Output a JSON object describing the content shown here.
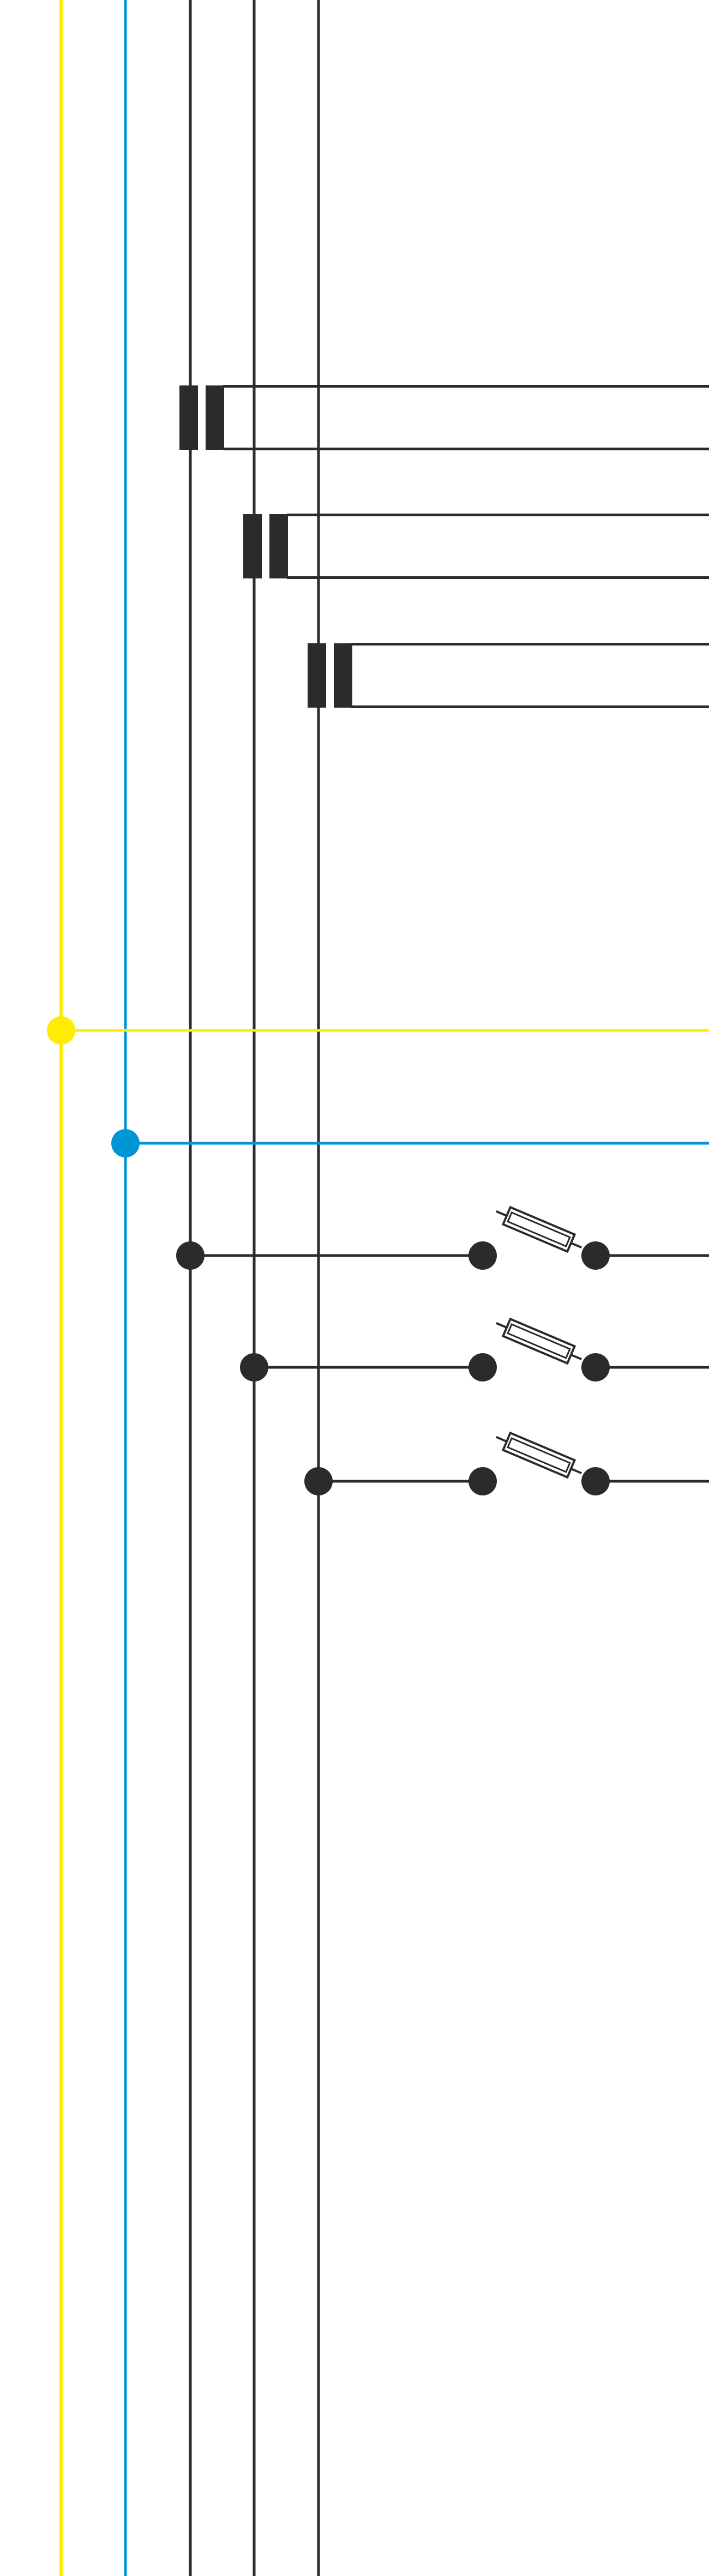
{
  "colors": {
    "background": "#ffffff",
    "earth": "#ffec00",
    "neutral": "#0096d6",
    "phase": "#2b2b2b",
    "fuse_fill": "#ffffff"
  },
  "diagram": {
    "vertical_buses": [
      {
        "id": "earth",
        "color_key": "earth"
      },
      {
        "id": "neutral",
        "color_key": "neutral"
      },
      {
        "id": "phase-1",
        "color_key": "phase"
      },
      {
        "id": "phase-2",
        "color_key": "phase"
      },
      {
        "id": "phase-3",
        "color_key": "phase"
      }
    ],
    "current_transformers": [
      {
        "id": "ct-phase-1",
        "bus": "phase-1"
      },
      {
        "id": "ct-phase-2",
        "bus": "phase-2"
      },
      {
        "id": "ct-phase-3",
        "bus": "phase-3"
      }
    ],
    "branch_taps": [
      {
        "id": "earth-tap",
        "bus": "earth",
        "color_key": "earth",
        "has_fuse": false
      },
      {
        "id": "neutral-tap",
        "bus": "neutral",
        "color_key": "neutral",
        "has_fuse": false
      },
      {
        "id": "phase-1-fused-tap",
        "bus": "phase-1",
        "color_key": "phase",
        "has_fuse": true
      },
      {
        "id": "phase-2-fused-tap",
        "bus": "phase-2",
        "color_key": "phase",
        "has_fuse": true
      },
      {
        "id": "phase-3-fused-tap",
        "bus": "phase-3",
        "color_key": "phase",
        "has_fuse": true
      }
    ]
  }
}
